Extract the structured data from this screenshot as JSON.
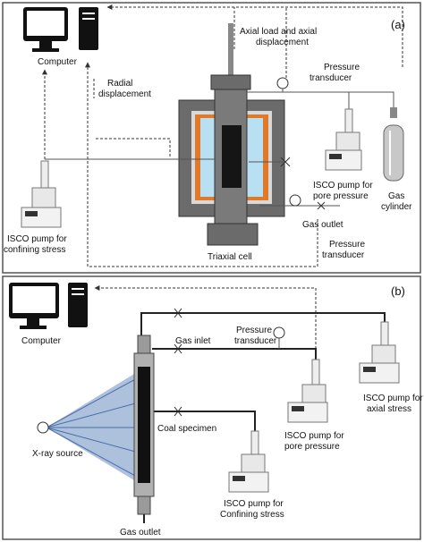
{
  "panel_a": {
    "label": "(a)",
    "computer": "Computer",
    "axial_load": [
      "Axial load and axial",
      "displacement"
    ],
    "radial": [
      "Radial",
      "displacement"
    ],
    "pressure_transducer_top": [
      "Pressure",
      "transducer"
    ],
    "isco_pore": [
      "ISCO pump for",
      "pore pressure"
    ],
    "gas_cylinder": [
      "Gas",
      "cylinder"
    ],
    "gas_outlet": "Gas outlet",
    "pressure_transducer_bottom": [
      "Pressure",
      "transducer"
    ],
    "triaxial_cell": "Triaxial cell",
    "isco_confining": [
      "ISCO pump for",
      "confining stress"
    ]
  },
  "panel_b": {
    "label": "(b)",
    "computer": "Computer",
    "gas_inlet": "Gas inlet",
    "pressure_transducer": [
      "Pressure",
      "transducer"
    ],
    "isco_axial": [
      "ISCO pump for",
      "axial stress"
    ],
    "coal_specimen": "Coal specimen",
    "xray_source": "X-ray source",
    "isco_pore": [
      "ISCO pump for",
      "pore pressure"
    ],
    "isco_confining": [
      "ISCO pump for",
      "Confining stress"
    ],
    "gas_outlet": "Gas outlet"
  }
}
